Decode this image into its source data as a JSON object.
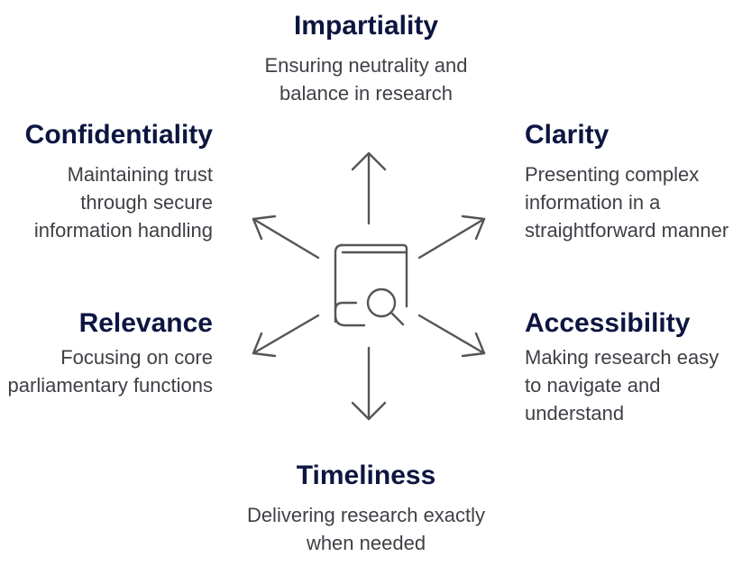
{
  "nodes": {
    "impartiality": {
      "title": "Impartiality",
      "description": "Ensuring neutrality and balance in research"
    },
    "clarity": {
      "title": "Clarity",
      "description": "Presenting complex information in a straightforward manner"
    },
    "confidentiality": {
      "title": "Confidentiality",
      "description": "Maintaining trust through secure information handling"
    },
    "relevance": {
      "title": "Relevance",
      "description": "Focusing on core parliamentary functions"
    },
    "accessibility": {
      "title": "Accessibility",
      "description": "Making research easy to navigate and understand"
    },
    "timeliness": {
      "title": "Timeliness",
      "description": "Delivering research exactly when needed"
    }
  },
  "center_icon": "book-search-icon",
  "colors": {
    "title": "#0d1541",
    "description": "#3f3f46",
    "lines": "#555555"
  }
}
